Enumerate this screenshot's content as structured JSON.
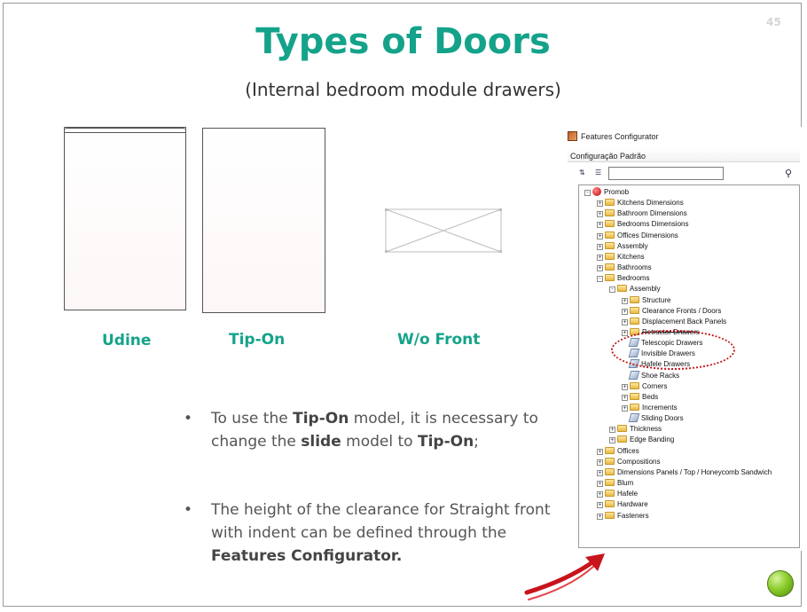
{
  "slide": {
    "page_number": "45",
    "title": "Types of Doors",
    "subtitle": "(Internal bedroom module drawers)"
  },
  "doors": [
    {
      "label": "Udine"
    },
    {
      "label": "Tip-On"
    },
    {
      "label": "W/o Front"
    }
  ],
  "bullets": {
    "marker": "•",
    "b1": {
      "p1": "To use the ",
      "bold1": "Tip-On",
      "p2": " model, it is necessary to change the ",
      "bold2": "slide",
      "p3": " model to ",
      "bold3": "Tip-On",
      "p4": ";"
    },
    "b2": {
      "p1": "The height of the clearance for Straight front with indent can be defined through the ",
      "bold1": "Features Configurator."
    }
  },
  "configurator": {
    "window_title": "Features Configurator",
    "header": "Configuração Padrão",
    "search_value": "",
    "tree": [
      {
        "label": "Promob",
        "level": 0,
        "expander": "-",
        "icon": "root-icon"
      },
      {
        "label": "Kitchens Dimensions",
        "level": 1,
        "expander": "+",
        "icon": "folder-icon"
      },
      {
        "label": "Bathroom Dimensions",
        "level": 1,
        "expander": "+",
        "icon": "folder-icon"
      },
      {
        "label": "Bedrooms Dimensions",
        "level": 1,
        "expander": "+",
        "icon": "folder-icon"
      },
      {
        "label": "Offices Dimensions",
        "level": 1,
        "expander": "+",
        "icon": "folder-icon"
      },
      {
        "label": "Assembly",
        "level": 1,
        "expander": "+",
        "icon": "folder-icon"
      },
      {
        "label": "Kitchens",
        "level": 1,
        "expander": "+",
        "icon": "folder-icon"
      },
      {
        "label": "Bathrooms",
        "level": 1,
        "expander": "+",
        "icon": "folder-icon"
      },
      {
        "label": "Bedrooms",
        "level": 1,
        "expander": "-",
        "icon": "folder-icon"
      },
      {
        "label": "Assembly",
        "level": 2,
        "expander": "-",
        "icon": "folder-icon"
      },
      {
        "label": "Structure",
        "level": 3,
        "expander": "+",
        "icon": "folder-icon"
      },
      {
        "label": "Clearance Fronts / Doors",
        "level": 3,
        "expander": "+",
        "icon": "folder-icon"
      },
      {
        "label": "Displacement Back Panels",
        "level": 3,
        "expander": "+",
        "icon": "folder-icon"
      },
      {
        "label": "Retractor Drawers",
        "level": 3,
        "expander": "+",
        "icon": "folder-icon",
        "strike": true
      },
      {
        "label": "Telescopic Drawers",
        "level": 3,
        "expander": "",
        "icon": "item-icon"
      },
      {
        "label": "Invisible Drawers",
        "level": 3,
        "expander": "",
        "icon": "item-icon"
      },
      {
        "label": "Hafele Drawers",
        "level": 3,
        "expander": "",
        "icon": "item-icon"
      },
      {
        "label": "Shoe Racks",
        "level": 3,
        "expander": "",
        "icon": "item-icon"
      },
      {
        "label": "Corners",
        "level": 3,
        "expander": "+",
        "icon": "folder-icon"
      },
      {
        "label": "Beds",
        "level": 3,
        "expander": "+",
        "icon": "folder-icon"
      },
      {
        "label": "Increments",
        "level": 3,
        "expander": "+",
        "icon": "folder-icon"
      },
      {
        "label": "Sliding Doors",
        "level": 3,
        "expander": "",
        "icon": "item-icon"
      },
      {
        "label": "Thickness",
        "level": 2,
        "expander": "+",
        "icon": "folder-icon"
      },
      {
        "label": "Edge Banding",
        "level": 2,
        "expander": "+",
        "icon": "folder-icon"
      },
      {
        "label": "Offices",
        "level": 1,
        "expander": "+",
        "icon": "folder-icon"
      },
      {
        "label": "Compositions",
        "level": 1,
        "expander": "+",
        "icon": "folder-icon"
      },
      {
        "label": "Dimensions Panels / Top / Honeycomb Sandwich",
        "level": 1,
        "expander": "+",
        "icon": "folder-icon"
      },
      {
        "label": "Blum",
        "level": 1,
        "expander": "+",
        "icon": "folder-icon"
      },
      {
        "label": "Hafele",
        "level": 1,
        "expander": "+",
        "icon": "folder-icon"
      },
      {
        "label": "Hardware",
        "level": 1,
        "expander": "+",
        "icon": "folder-icon"
      },
      {
        "label": "Fasteners",
        "level": 1,
        "expander": "+",
        "icon": "folder-icon"
      }
    ]
  },
  "colors": {
    "title": "#14a38a",
    "highlight_ellipse": "#c0161b",
    "arrow": "#c8141b"
  }
}
